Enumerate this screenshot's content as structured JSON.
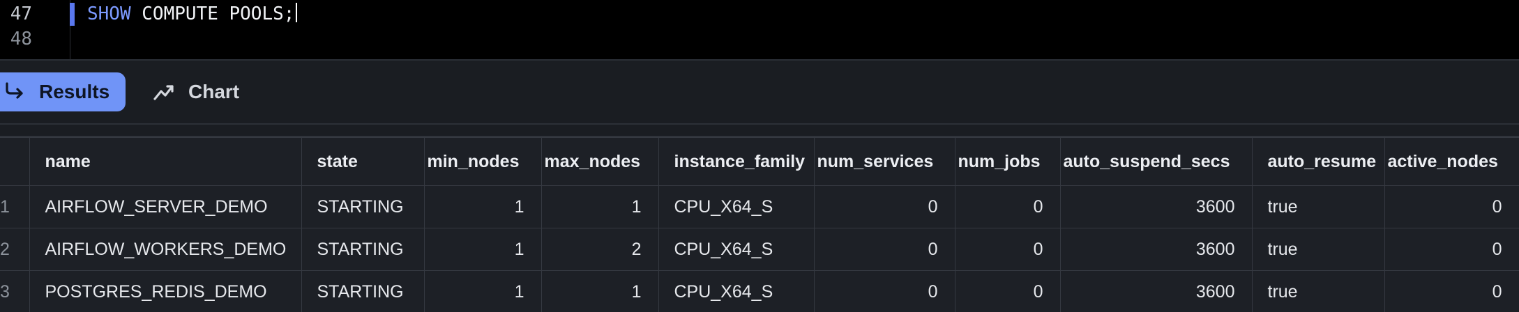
{
  "editor": {
    "lines": [
      {
        "number": "47",
        "keyword": "SHOW",
        "rest": " COMPUTE POOLS;"
      },
      {
        "number": "48",
        "keyword": "",
        "rest": ""
      }
    ]
  },
  "tabs": {
    "results": {
      "label": "Results",
      "icon": "return-arrow-icon",
      "active": true
    },
    "chart": {
      "label": "Chart",
      "icon": "line-chart-icon",
      "active": false
    }
  },
  "table": {
    "columns": [
      "name",
      "state",
      "min_nodes",
      "max_nodes",
      "instance_family",
      "num_services",
      "num_jobs",
      "auto_suspend_secs",
      "auto_resume",
      "active_nodes"
    ],
    "rows": [
      {
        "index": "1",
        "cells": [
          "AIRFLOW_SERVER_DEMO",
          "STARTING",
          "1",
          "1",
          "CPU_X64_S",
          "0",
          "0",
          "3600",
          "true",
          "0"
        ]
      },
      {
        "index": "2",
        "cells": [
          "AIRFLOW_WORKERS_DEMO",
          "STARTING",
          "1",
          "2",
          "CPU_X64_S",
          "0",
          "0",
          "3600",
          "true",
          "0"
        ]
      },
      {
        "index": "3",
        "cells": [
          "POSTGRES_REDIS_DEMO",
          "STARTING",
          "1",
          "1",
          "CPU_X64_S",
          "0",
          "0",
          "3600",
          "true",
          "0"
        ]
      }
    ]
  },
  "colors": {
    "accent": "#7094f7",
    "keyword": "#7c9aff",
    "active_line_marker": "#5a78ee"
  }
}
